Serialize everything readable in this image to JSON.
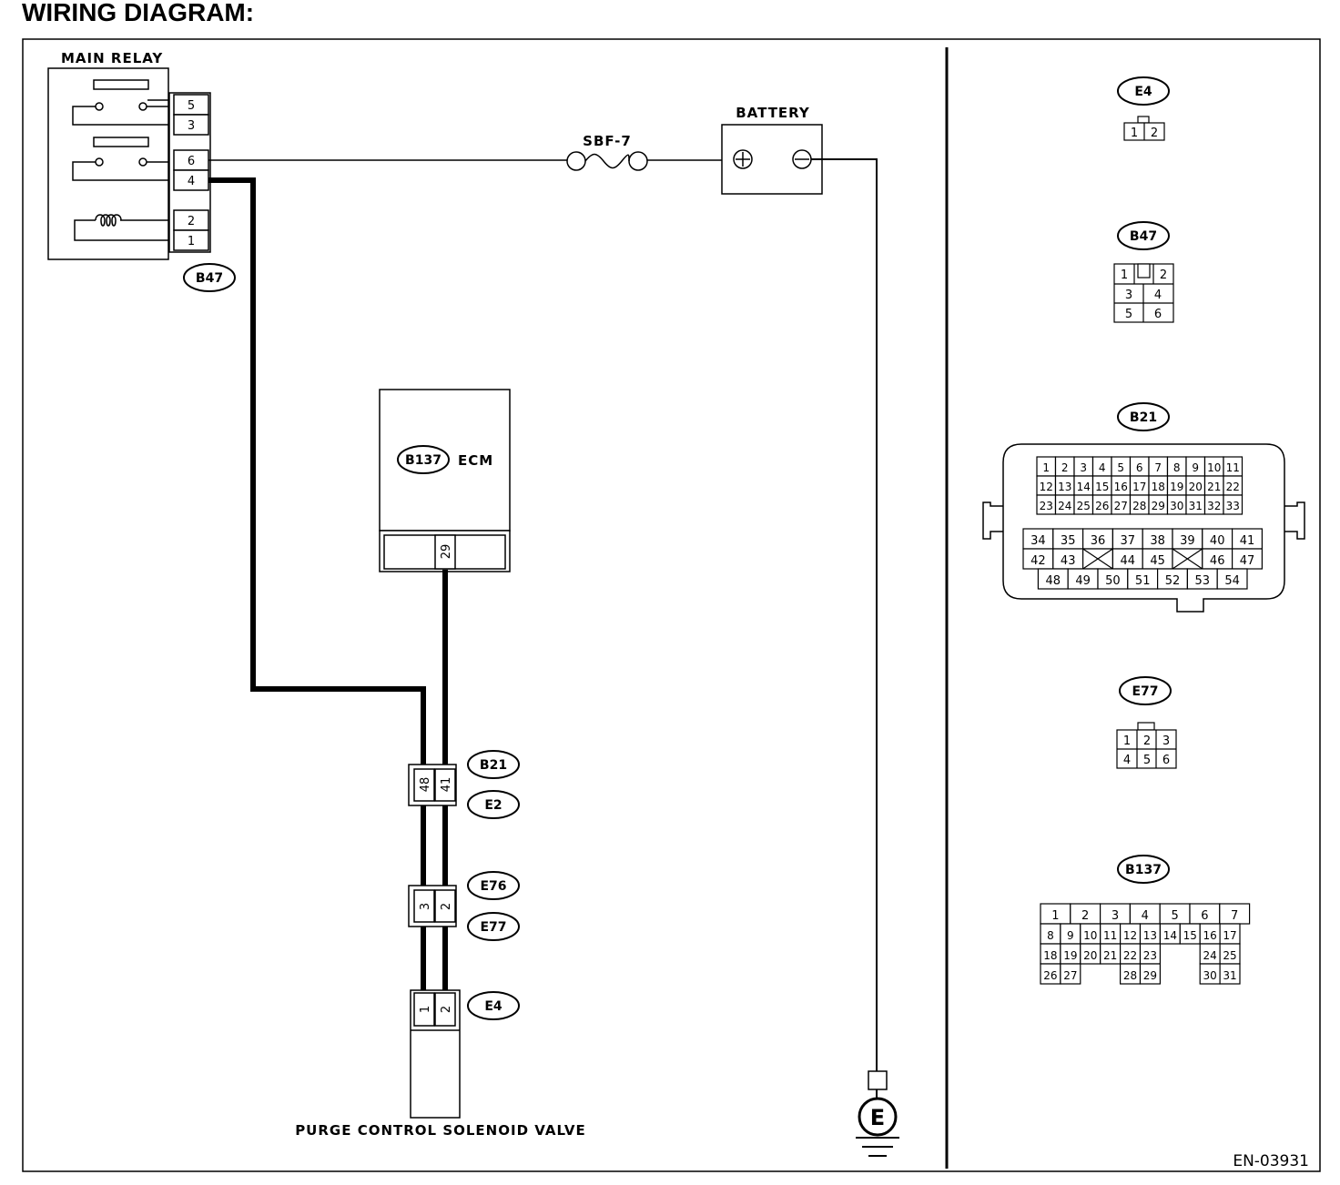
{
  "title": "WIRING DIAGRAM:",
  "drawing_code": "EN-03931",
  "labels": {
    "main_relay": "MAIN RELAY",
    "battery": "BATTERY",
    "fuse": "SBF-7",
    "ecm": "ECM",
    "valve": "PURGE CONTROL SOLENOID VALVE",
    "ground": "E",
    "plus": "+",
    "minus": "−"
  },
  "connectors": {
    "b47": "B47",
    "b137": "B137",
    "b21": "B21",
    "e2": "E2",
    "e76": "E76",
    "e77": "E77",
    "e4": "E4"
  },
  "relay_pins": [
    "5",
    "3",
    "6",
    "4",
    "2",
    "1"
  ],
  "ecm_pin": "29",
  "b21_e2_pins": [
    "48",
    "41"
  ],
  "e76_e77_pins": [
    "3",
    "2"
  ],
  "e4_pins": [
    "1",
    "2"
  ],
  "faces": {
    "e4": {
      "name": "E4",
      "pins": [
        "1",
        "2"
      ]
    },
    "b47": {
      "name": "B47",
      "pins": [
        "1",
        "2",
        "3",
        "4",
        "5",
        "6"
      ]
    },
    "b21": {
      "name": "B21",
      "pins_top": [
        "1",
        "2",
        "3",
        "4",
        "5",
        "6",
        "7",
        "8",
        "9",
        "10",
        "11",
        "12",
        "13",
        "14",
        "15",
        "16",
        "17",
        "18",
        "19",
        "20",
        "21",
        "22",
        "23",
        "24",
        "25",
        "26",
        "27",
        "28",
        "29",
        "30",
        "31",
        "32",
        "33"
      ],
      "pins_bottom": [
        "34",
        "35",
        "36",
        "37",
        "38",
        "39",
        "40",
        "41",
        "42",
        "43",
        "44",
        "45",
        "46",
        "47",
        "48",
        "49",
        "50",
        "51",
        "52",
        "53",
        "54"
      ]
    },
    "e77": {
      "name": "E77",
      "pins": [
        "1",
        "2",
        "3",
        "4",
        "5",
        "6"
      ]
    },
    "b137": {
      "name": "B137",
      "pins": [
        "1",
        "2",
        "3",
        "4",
        "5",
        "6",
        "7",
        "8",
        "9",
        "10",
        "11",
        "12",
        "13",
        "14",
        "15",
        "16",
        "17",
        "18",
        "19",
        "20",
        "21",
        "22",
        "23",
        "24",
        "25",
        "26",
        "27",
        "28",
        "29",
        "30",
        "31"
      ]
    }
  }
}
